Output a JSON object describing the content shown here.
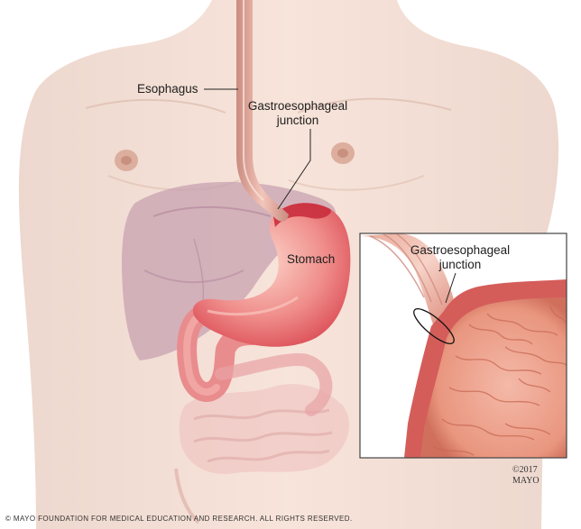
{
  "labels": {
    "esophagus": "Esophagus",
    "gej_main_line1": "Gastroesophageal",
    "gej_main_line2": "junction",
    "stomach": "Stomach",
    "gej_inset_line1": "Gastroesophageal",
    "gej_inset_line2": "junction"
  },
  "copyright": {
    "year": "©2017",
    "org": "MAYO"
  },
  "footer": "© MAYO FOUNDATION FOR MEDICAL EDUCATION AND RESEARCH. ALL RIGHTS RESERVED.",
  "colors": {
    "skin": "#f3d6c7",
    "liver": "#c9a3ad",
    "stomach": "#e8737a",
    "esophagus": "#d99a8f",
    "intestine": "#f0c2c0",
    "inset_border": "#444444"
  }
}
